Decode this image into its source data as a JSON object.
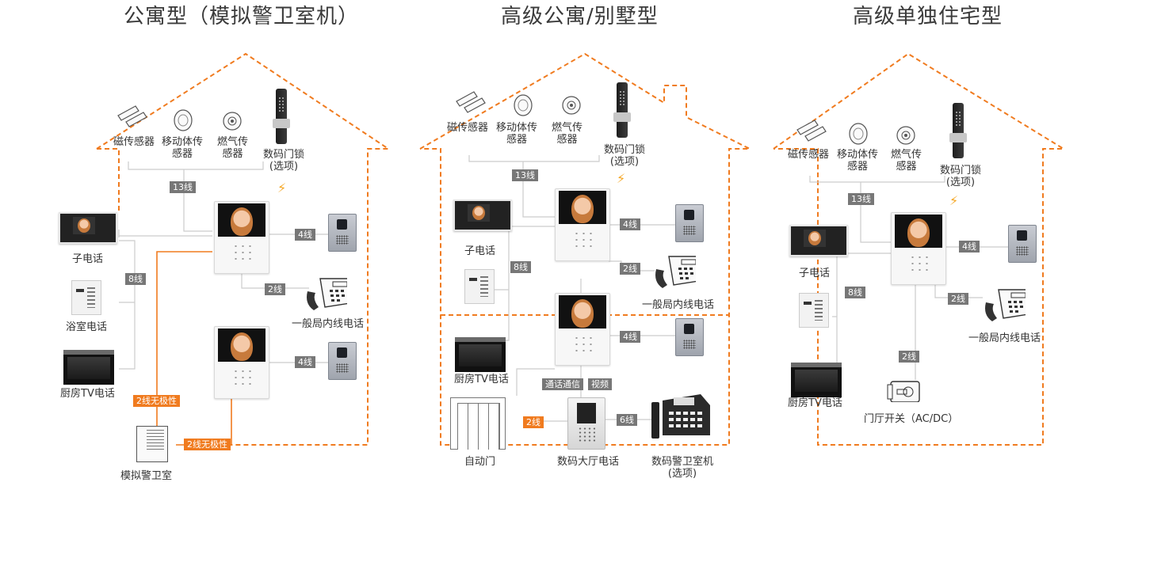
{
  "titles": {
    "apartment": "公寓型（模拟警卫室机）",
    "villa": "高级公寓/别墅型",
    "house": "高级单独住宅型"
  },
  "labels": {
    "magnetic_sensor": "磁传感器",
    "motion_sensor": "移动体传感器",
    "gas_sensor": "燃气传感器",
    "digital_lock": "数码门锁（选项）",
    "sub_phone": "子电话",
    "bath_phone": "浴室电话",
    "kitchen_tv": "厨房TV电话",
    "outside_phone": "一般局内线电话",
    "analog_guard": "模拟警卫室",
    "auto_door": "自动门",
    "lobby_phone": "数码大厅电话",
    "digital_guard": "数码警卫室机（选项）",
    "hall_switch": "门厅开关（AC/DC）"
  },
  "labels_split": {
    "motion_a": "移动体传",
    "motion_b": "感器",
    "gas_a": "燃气传",
    "gas_b": "感器",
    "lock_a": "数码门锁",
    "lock_b": "(选项)",
    "guard_a": "数码警卫室机",
    "guard_b": "(选项)"
  },
  "wire_labels": {
    "w13": "13线",
    "w8": "8线",
    "w4": "4线",
    "w2": "2线",
    "w6": "6线",
    "w2np": "2线无极性",
    "talk": "通话通信",
    "video": "视频"
  },
  "colors": {
    "house_outline": "#f07b1f",
    "wire": "#cccccc",
    "orange_wire": "#f07b1f",
    "badge_gray": "#777777",
    "badge_orange": "#f07b1f"
  }
}
